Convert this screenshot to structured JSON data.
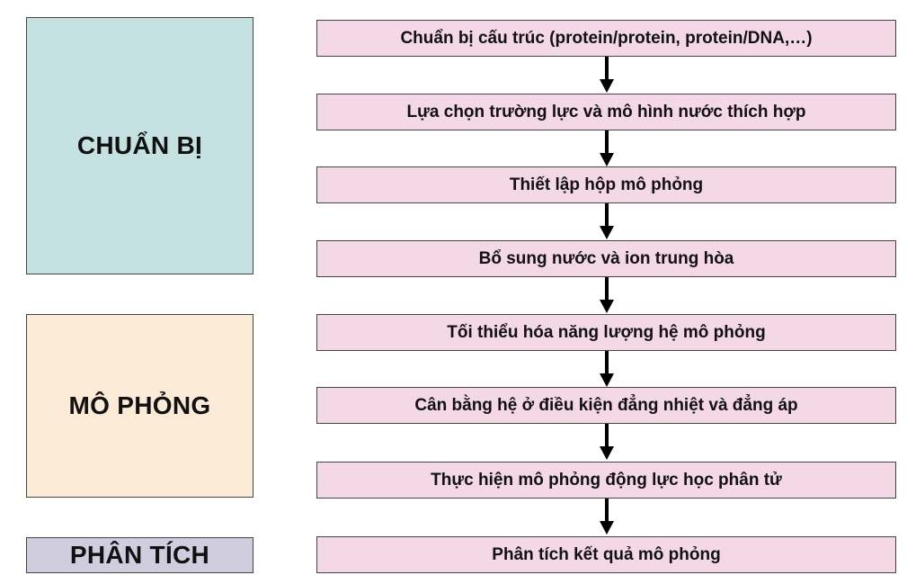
{
  "colors": {
    "stage_prep": "#c5e1e2",
    "stage_simulation": "#fbebd6",
    "stage_analysis": "#d0cede",
    "step_fill": "#f5d8e6",
    "arrow": "#000000"
  },
  "stages": [
    {
      "label": "CHUẨN BỊ"
    },
    {
      "label": "MÔ PHỎNG"
    },
    {
      "label": "PHÂN TÍCH"
    }
  ],
  "steps": [
    {
      "label": "Chuẩn bị cấu trúc (protein/protein, protein/DNA,…)"
    },
    {
      "label": "Lựa chọn trường lực và mô hình nước thích hợp"
    },
    {
      "label": "Thiết lập hộp mô phỏng"
    },
    {
      "label": "Bổ sung nước và ion trung hòa"
    },
    {
      "label": "Tối thiểu hóa năng lượng hệ mô phỏng"
    },
    {
      "label": "Cân bằng hệ ở điều kiện đẳng nhiệt và đẳng áp"
    },
    {
      "label": "Thực hiện mô phỏng động lực học phân tử"
    },
    {
      "label": "Phân tích kết quả mô phỏng"
    }
  ]
}
